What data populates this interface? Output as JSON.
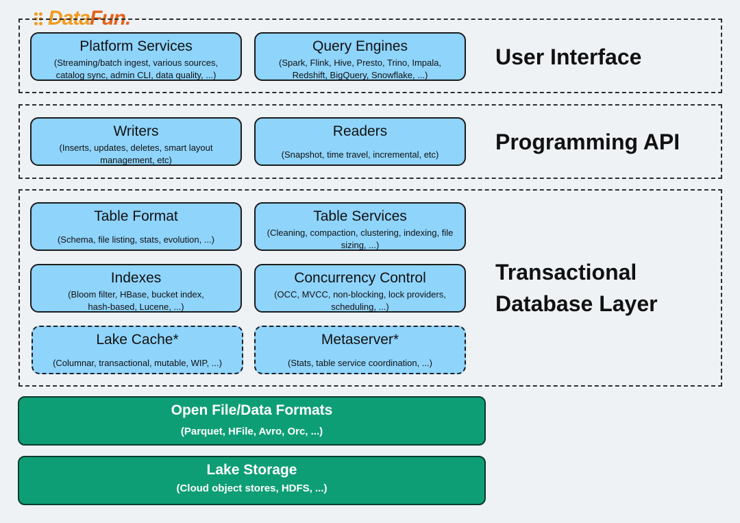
{
  "logo": {
    "part1": "Data",
    "part2": "Fun."
  },
  "layers": {
    "user_interface": "User Interface",
    "programming_api": "Programming API",
    "transactional_line1": "Transactional",
    "transactional_line2": "Database Layer"
  },
  "boxes": {
    "platform_services": {
      "title": "Platform Services",
      "desc": "(Streaming/batch ingest, various sources, catalog sync, admin CLI, data quality, ...)"
    },
    "query_engines": {
      "title": "Query Engines",
      "desc": "(Spark, Flink, Hive, Presto, Trino, Impala, Redshift, BigQuery, Snowflake, ...)"
    },
    "writers": {
      "title": "Writers",
      "desc": "(Inserts, updates, deletes, smart layout management, etc)"
    },
    "readers": {
      "title": "Readers",
      "desc": "(Snapshot, time travel, incremental, etc)"
    },
    "table_format": {
      "title": "Table Format",
      "desc": "(Schema, file listing, stats, evolution, ...)"
    },
    "table_services": {
      "title": "Table Services",
      "desc": "(Cleaning, compaction, clustering, indexing, file sizing, ...)"
    },
    "indexes": {
      "title": "Indexes",
      "desc": "(Bloom filter, HBase, bucket index, hash-based, Lucene, ...)"
    },
    "concurrency_control": {
      "title": "Concurrency Control",
      "desc": "(OCC, MVCC, non-blocking, lock providers, scheduling, ...)"
    },
    "lake_cache": {
      "title": "Lake Cache*",
      "desc": "(Columnar, transactional, mutable, WIP, ...)"
    },
    "metaserver": {
      "title": "Metaserver*",
      "desc": "(Stats, table service coordination, ...)"
    }
  },
  "bottom": {
    "open_formats": {
      "title": "Open File/Data Formats",
      "desc": "(Parquet, HFile, Avro, Orc, ...)"
    },
    "lake_storage": {
      "title": "Lake Storage",
      "desc": "(Cloud object stores, HDFS, ...)"
    }
  },
  "colors": {
    "box_blue": "#8fd4fb",
    "box_green": "#0e9e76",
    "logo_orange": "#f29a1f",
    "logo_red": "#e2641b"
  }
}
